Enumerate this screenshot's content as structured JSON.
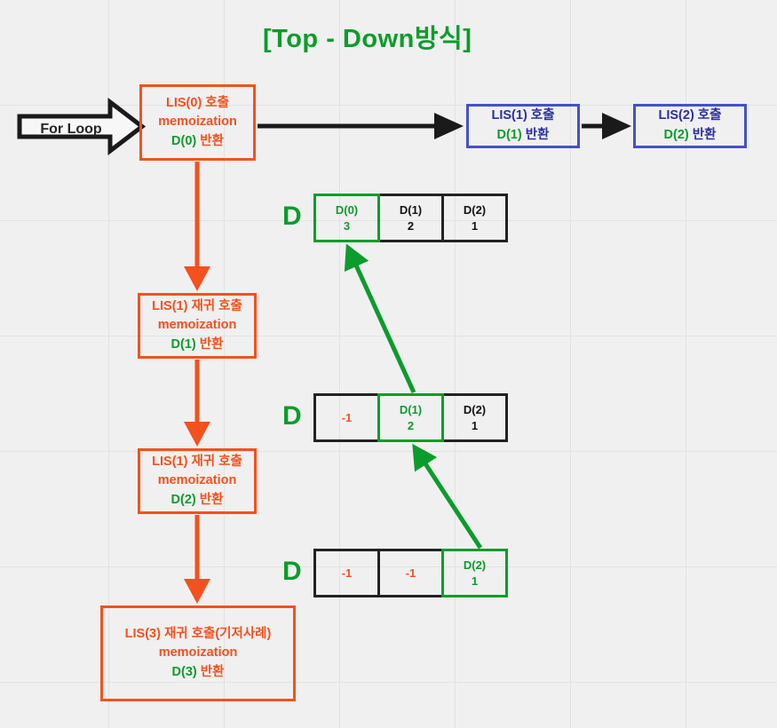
{
  "title": "[Top - Down방식]",
  "colors": {
    "green": "#0b9c2b",
    "orange": "#f4511e",
    "blue": "#4550c8",
    "blue_text": "#2a2f9e",
    "black": "#222222",
    "background": "#f0f0f0",
    "grid": "#e2e2e2"
  },
  "for_loop": {
    "label": "For Loop"
  },
  "call_boxes": [
    {
      "name": "lis0",
      "line1": "LIS(0) 호출",
      "line2": "memoization",
      "ret_code": "D(0)",
      "ret_word": "반환"
    },
    {
      "name": "lis1",
      "line1": "LIS(1) 재귀 호출",
      "line2": "memoization",
      "ret_code": "D(1)",
      "ret_word": "반환"
    },
    {
      "name": "lis2",
      "line1": "LIS(1) 재귀 호출",
      "line2": "memoization",
      "ret_code": "D(2)",
      "ret_word": "반환"
    },
    {
      "name": "lis3",
      "line1": "LIS(3) 재귀 호출(기저사례)",
      "line2": "memoization",
      "ret_code": "D(3)",
      "ret_word": "반환"
    }
  ],
  "blue_boxes": [
    {
      "name": "blue1",
      "line1": "LIS(1) 호출",
      "ret_code": "D(1)",
      "ret_word": "반환"
    },
    {
      "name": "blue2",
      "name2": "blue2",
      "line1": "LIS(2) 호출",
      "ret_code": "D(2)",
      "ret_word": "반환"
    }
  ],
  "arrays": [
    {
      "label": "D",
      "cells": [
        {
          "index": "D(0)",
          "value": "3",
          "highlight": true
        },
        {
          "index": "D(1)",
          "value": "2",
          "highlight": false
        },
        {
          "index": "D(2)",
          "value": "1",
          "highlight": false
        }
      ]
    },
    {
      "label": "D",
      "cells": [
        {
          "index": "",
          "value": "-1",
          "highlight": false,
          "negative": true
        },
        {
          "index": "D(1)",
          "value": "2",
          "highlight": true
        },
        {
          "index": "D(2)",
          "value": "1",
          "highlight": false
        }
      ]
    },
    {
      "label": "D",
      "cells": [
        {
          "index": "",
          "value": "-1",
          "highlight": false,
          "negative": true
        },
        {
          "index": "",
          "value": "-1",
          "highlight": false,
          "negative": true
        },
        {
          "index": "D(2)",
          "value": "1",
          "highlight": true
        }
      ]
    }
  ],
  "connectors": {
    "black_arrows": 2,
    "red_arrows": 3,
    "green_return_arrows": 2
  }
}
